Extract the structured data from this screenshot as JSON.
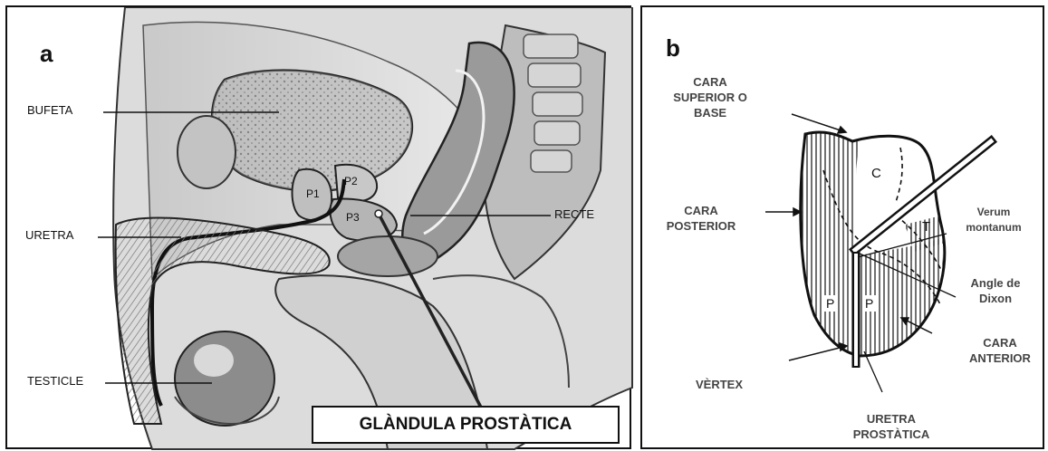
{
  "panel_a": {
    "letter": "a",
    "labels": {
      "bufeta": "BUFETA",
      "uretra": "URETRA",
      "testicle": "TESTICLE",
      "recte": "RECTE"
    },
    "lobes": {
      "p1": "P1",
      "p2": "P2",
      "p3": "P3"
    },
    "caption": "GLÀNDULA PROSTÀTICA"
  },
  "panel_b": {
    "letter": "b",
    "labels": {
      "cara_superior_1": "CARA",
      "cara_superior_2": "SUPERIOR O",
      "cara_superior_3": "BASE",
      "cara_posterior_1": "CARA",
      "cara_posterior_2": "POSTERIOR",
      "verum_1": "Verum",
      "verum_2": "montanum",
      "angle_1": "Angle de",
      "angle_2": "Dixon",
      "cara_anterior_1": "CARA",
      "cara_anterior_2": "ANTERIOR",
      "vertex": "VÈRTEX",
      "uretra_1": "URETRA",
      "uretra_2": "PROSTÀTICA"
    },
    "zones": {
      "c": "C",
      "t": "T",
      "p_left": "P",
      "p_right": "P"
    }
  }
}
